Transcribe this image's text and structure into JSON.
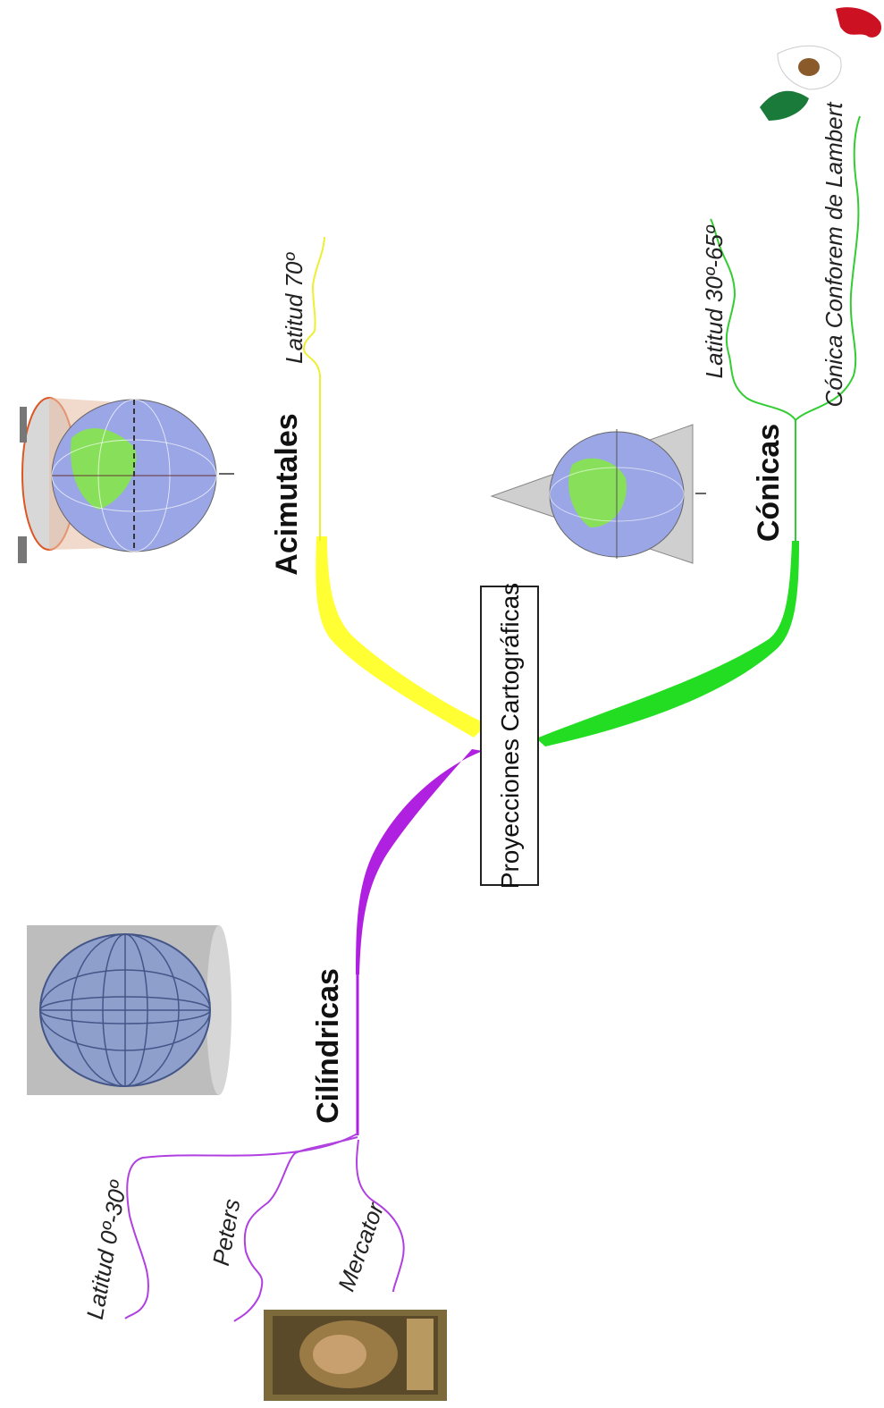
{
  "center": {
    "label": "Proyecciones Cartográficas"
  },
  "branches": {
    "acimutales": {
      "label": "Acimutales",
      "color": "#ffff33",
      "children": [
        "Latitud 70º"
      ]
    },
    "conicas": {
      "label": "Cónicas",
      "color": "#22dd22",
      "children": [
        "Latitud 30º-65º",
        "Cónica Conforem de Lambert"
      ]
    },
    "cilindricas": {
      "label": "Cilíndricas",
      "color": "#b020e0",
      "children": [
        "Latitud 0º-30º",
        "Peters",
        "Mercator"
      ]
    }
  },
  "colors": {
    "azimuthal": "#ffff33",
    "conic": "#22dd22",
    "cylindrical": "#b020e0",
    "globe": "#9aa6e6",
    "land": "#88e05a",
    "mexico_green": "#1a7a3a",
    "mexico_red": "#cc1122"
  },
  "images": [
    "azimuthal-projection-globe",
    "conic-projection-globe",
    "cylindrical-projection-globe",
    "mercator-portrait",
    "mexico-flag-map"
  ]
}
